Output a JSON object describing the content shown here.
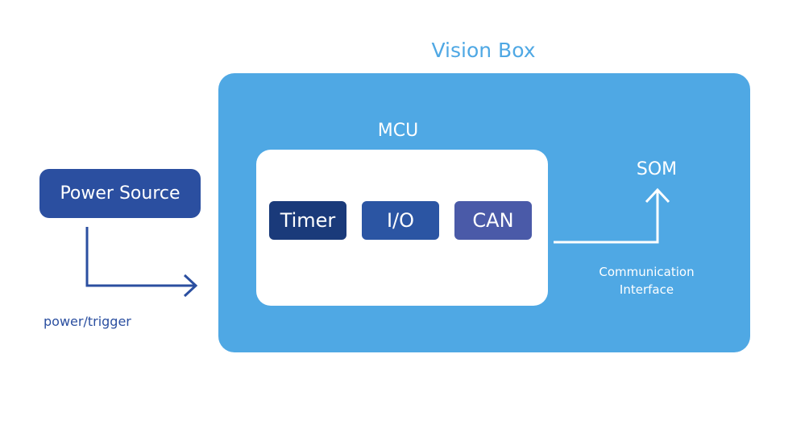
{
  "title": "Vision Box",
  "power_source": "Power Source",
  "power_label": "power/trigger",
  "mcu": {
    "label": "MCU",
    "modules": [
      "Timer",
      "I/O",
      "CAN"
    ]
  },
  "som": "SOM",
  "comm_label_line1": "Communication",
  "comm_label_line2": "Interface",
  "colors": {
    "vision_box": "#4fa8e4",
    "power": "#2b4fa0",
    "timer": "#1a3a7a",
    "io": "#2b55a3",
    "can": "#4a5aa8"
  }
}
